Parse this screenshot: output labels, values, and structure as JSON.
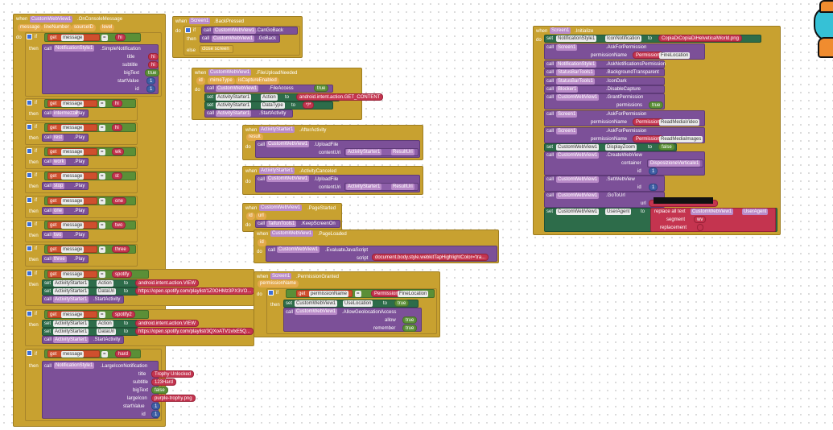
{
  "workspace": {
    "console_event": {
      "when": "when",
      "component": "CustomWebView1",
      "event": ".OnConsoleMessage",
      "params": [
        "message",
        "lineNumber",
        "sourceID",
        "level"
      ],
      "do": "do",
      "if": "if",
      "then": "then",
      "get": "get",
      "message_var": "message",
      "eq": "=",
      "call": "call",
      "set": "set",
      "to": "to",
      "first_branch": {
        "test": "hi",
        "component": "NotificationStyle1",
        "method": ".SimpleNotification",
        "args": [
          {
            "name": "title",
            "value": "hi"
          },
          {
            "name": "subtitle",
            "value": "hi"
          },
          {
            "name": "bigText",
            "value": "true"
          },
          {
            "name": "startValue",
            "value": "1"
          },
          {
            "name": "id",
            "value": "1"
          }
        ]
      },
      "play_branches": [
        {
          "test": "hi",
          "component": "intermezzo",
          "method": ".Play"
        },
        {
          "test": "hi",
          "component": "rest",
          "method": ".Play"
        },
        {
          "test": "wk",
          "component": "work",
          "method": ".Play"
        },
        {
          "test": "st",
          "component": "stop",
          "method": ".Play"
        },
        {
          "test": "one",
          "component": "one",
          "method": ".Play"
        },
        {
          "test": "two",
          "component": "two",
          "method": ".Play"
        },
        {
          "test": "three",
          "component": "three",
          "method": ".Play"
        }
      ],
      "spotify_branches": [
        {
          "test": "spotify",
          "action_prop": "Action",
          "action_val": "android.intent.action.VIEW",
          "data_prop": "DataUri",
          "data_val": "https://open.spotify.com/playlist/1Z0OHMz3PX3VO...",
          "start_call": "ActivityStarter1",
          "start_method": ".StartActivity"
        },
        {
          "test": "spotify2",
          "action_prop": "Action",
          "action_val": "android.intent.action.VIEW",
          "data_prop": "DataUri",
          "data_val": "https://open.spotify.com/playlist/3QXoATV1vlxE5Q...",
          "start_call": "ActivityStarter1",
          "start_method": ".StartActivity"
        }
      ],
      "activity_component": "ActivityStarter1",
      "last_branch": {
        "test": "hard",
        "component": "NotificationStyle1",
        "method": ".LargeIconNotification",
        "args": [
          {
            "name": "title",
            "value": "Trophy Unlocked"
          },
          {
            "name": "subtitle",
            "value": "123Hard"
          },
          {
            "name": "bigText",
            "value": "false"
          },
          {
            "name": "largeIcon",
            "value": "purple-trophy.png"
          },
          {
            "name": "startValue",
            "value": "1"
          },
          {
            "name": "id",
            "value": "1"
          }
        ]
      }
    },
    "back_pressed": {
      "when": "when",
      "component": "Screen1",
      "event": ".BackPressed",
      "do": "do",
      "if": "if",
      "call": "call",
      "cond_component": "CustomWebView1",
      "cond_method": ".CanGoBack",
      "then": "then",
      "then_component": "CustomWebView1",
      "then_method": ".GoBack",
      "else": "else",
      "else_action": "close screen"
    },
    "file_upload": {
      "when": "when",
      "component": "CustomWebView1",
      "event": ".FileUploadNeeded",
      "params": [
        "id",
        "mimeType",
        "isCaptureEnabled"
      ],
      "do": "do",
      "call": "call",
      "set": "set",
      "to": "to",
      "access_component": "CustomWebView1",
      "access_method": ".FileAccess",
      "access_val": "true",
      "a_comp": "ActivityStarter1",
      "action_prop": "Action",
      "action_val": "android.intent.action.GET_CONTENT",
      "type_prop": "DataType",
      "type_val": "*/*",
      "start_method": ".StartActivity"
    },
    "after_activity": {
      "when": "when",
      "component": "ActivityStarter1",
      "event": ".AfterActivity",
      "param": "result",
      "do": "do",
      "call": "call",
      "wv": "CustomWebView1",
      "method": ".UploadFile",
      "arg": "contentUri",
      "arg_comp": "ActivityStarter1",
      "arg_prop": "ResultUri"
    },
    "activity_canceled": {
      "when": "when",
      "component": "ActivityStarter1",
      "event": ".ActivityCanceled",
      "do": "do",
      "call": "call",
      "wv": "CustomWebView1",
      "method": ".UploadFile",
      "arg": "contentUri",
      "arg_comp": "ActivityStarter1",
      "arg_prop": "ResultUri"
    },
    "page_started": {
      "when": "when",
      "component": "CustomWebView1",
      "event": ".PageStarted",
      "params": [
        "id",
        "url"
      ],
      "do": "do",
      "call": "call",
      "tool": "TaifunTools1",
      "method": ".KeepScreenOn"
    },
    "page_loaded": {
      "when": "when",
      "component": "CustomWebView1",
      "event": ".PageLoaded",
      "param": "id",
      "do": "do",
      "call": "call",
      "wv": "CustomWebView1",
      "method": ".EvaluateJavaScript",
      "arg": "script",
      "arg_val": "document.body.style.webkitTapHighlightColor='tra..."
    },
    "permission_granted": {
      "when": "when",
      "component": "Screen1",
      "event": ".PermissionGranted",
      "param": "permissionName",
      "do": "do",
      "if": "if",
      "get": "get",
      "var": "permissionName",
      "eq": "=",
      "perm_label": "Permission",
      "perm_val": "FineLocation",
      "then": "then",
      "set": "set",
      "to": "to",
      "set_comp": "CustomWebView1",
      "set_prop": "UseLocation",
      "set_val": "true",
      "call": "call",
      "call_comp": "CustomWebView1",
      "call_method": ".AllowGeolocationAccess",
      "args": [
        {
          "name": "allow",
          "value": "true"
        },
        {
          "name": "remember",
          "value": "true"
        }
      ]
    },
    "initialize": {
      "when": "when",
      "component": "Screen1",
      "event": ".Initialize",
      "do": "do",
      "set": "set",
      "call": "call",
      "to": "to",
      "lines": [
        {
          "kind": "set",
          "comp": "NotificationStyle1",
          "prop": "IconNotification",
          "val": "CopiaDiCopiaDiHelveticalWorld.png"
        },
        {
          "kind": "call",
          "comp": "Screen1",
          "method": ".AskForPermission",
          "argname": "permissionName",
          "perm": "Permission",
          "permval": "FineLocation"
        },
        {
          "kind": "call",
          "comp": "NotificationStyle1",
          "method": ".AskNotificationsPermission"
        },
        {
          "kind": "call",
          "comp": "StatusBarTools1",
          "method": ".BackgroundTransparent"
        },
        {
          "kind": "call",
          "comp": "StatusBarTools1",
          "method": ".IconDark"
        },
        {
          "kind": "call",
          "comp": "Blocker1",
          "method": ".DisableCapture"
        },
        {
          "kind": "call",
          "comp": "CustomWebView1",
          "method": ".GrantPermission",
          "argname": "permissions",
          "boolval": "true"
        },
        {
          "kind": "call",
          "comp": "Screen1",
          "method": ".AskForPermission",
          "argname": "permissionName",
          "perm": "Permission",
          "permval": "ReadMediaVideo"
        },
        {
          "kind": "call",
          "comp": "Screen1",
          "method": ".AskForPermission",
          "argname": "permissionName",
          "perm": "Permission",
          "permval": "ReadMediaImages"
        },
        {
          "kind": "set",
          "comp": "CustomWebView1",
          "prop": "DisplayZoom",
          "boolval": "false"
        },
        {
          "kind": "call",
          "comp": "CustomWebView1",
          "method": ".CreateWebView",
          "args": [
            {
              "name": "container",
              "value": "DisposizioneVerticale1"
            },
            {
              "name": "id",
              "value": "1"
            }
          ]
        },
        {
          "kind": "call",
          "comp": "CustomWebView1",
          "method": ".SetWebView",
          "args": [
            {
              "name": "id",
              "value": "1"
            }
          ]
        },
        {
          "kind": "call",
          "comp": "CustomWebView1",
          "method": ".GoToUrl",
          "args": [
            {
              "name": "url",
              "value": ""
            }
          ]
        },
        {
          "kind": "set",
          "comp": "CustomWebView1",
          "prop": "UserAgent",
          "replace_label": "replace all text",
          "replace_comp": "CustomWebView1",
          "replace_prop": "UserAgent",
          "segment_label": "segment",
          "segment_val": "wv",
          "replacement_label": "replacement",
          "replacement_val": ""
        }
      ]
    }
  },
  "colors": {
    "event": "#c8a130",
    "component": "#7c5098",
    "text": "#c4344f",
    "logic": "#5b8f37",
    "math": "#3f5fa5",
    "variable": "#cf4f2e",
    "setter": "#2d6c4a"
  }
}
